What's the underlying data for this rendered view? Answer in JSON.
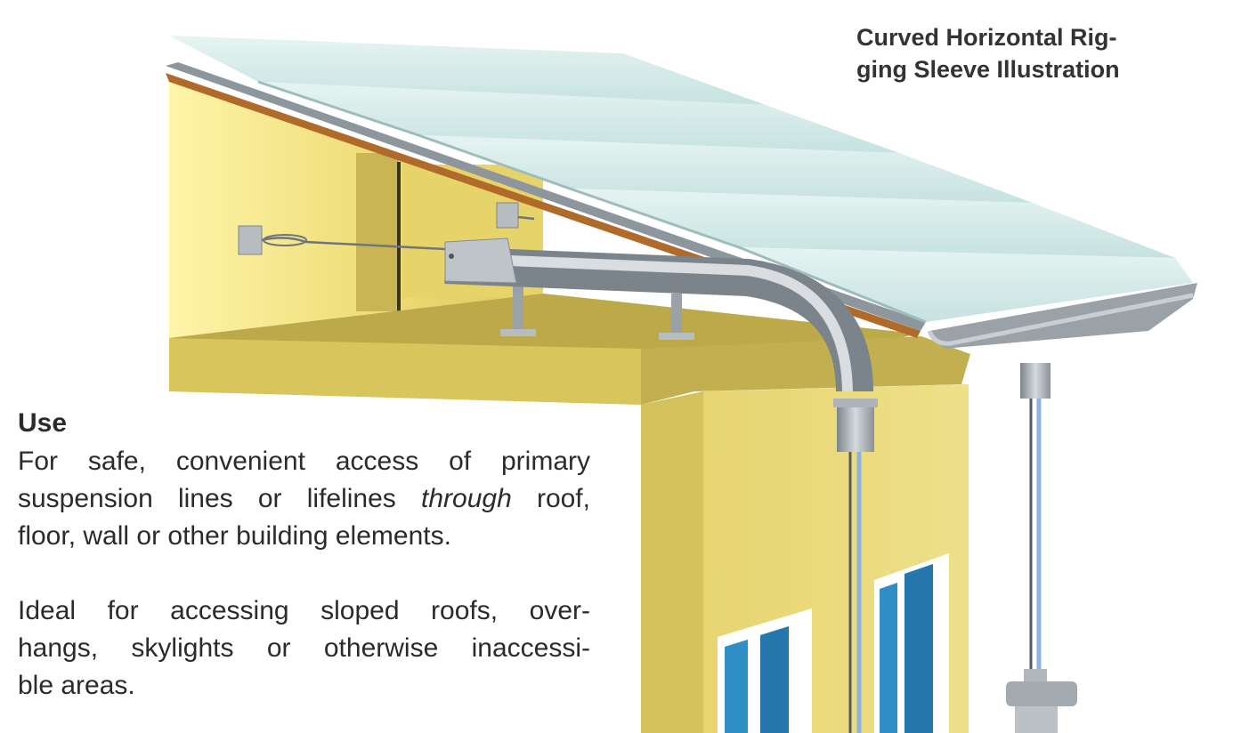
{
  "title": {
    "line1": "Curved Horizontal Rig-",
    "line2": "ging Sleeve Illustration"
  },
  "use": {
    "heading": "Use",
    "para1": {
      "line1": "For safe, convenient access of primary",
      "line2_before": "suspension lines or lifelines ",
      "line2_italic": "through",
      "line2_after": " roof,",
      "line3": "floor, wall or other building elements."
    },
    "para2": {
      "line1": "Ideal for accessing sloped roofs, over-",
      "line2": "hangs, skylights or otherwise inaccessi-",
      "line3": "ble areas."
    }
  },
  "colors": {
    "wall": "#e8d86a",
    "wall_dark": "#bba94a",
    "roof_panel": "#d4ecec",
    "fascia": "#b06a2a",
    "steel": "#a9b0b6",
    "window_glass": "#2f8fc4"
  }
}
